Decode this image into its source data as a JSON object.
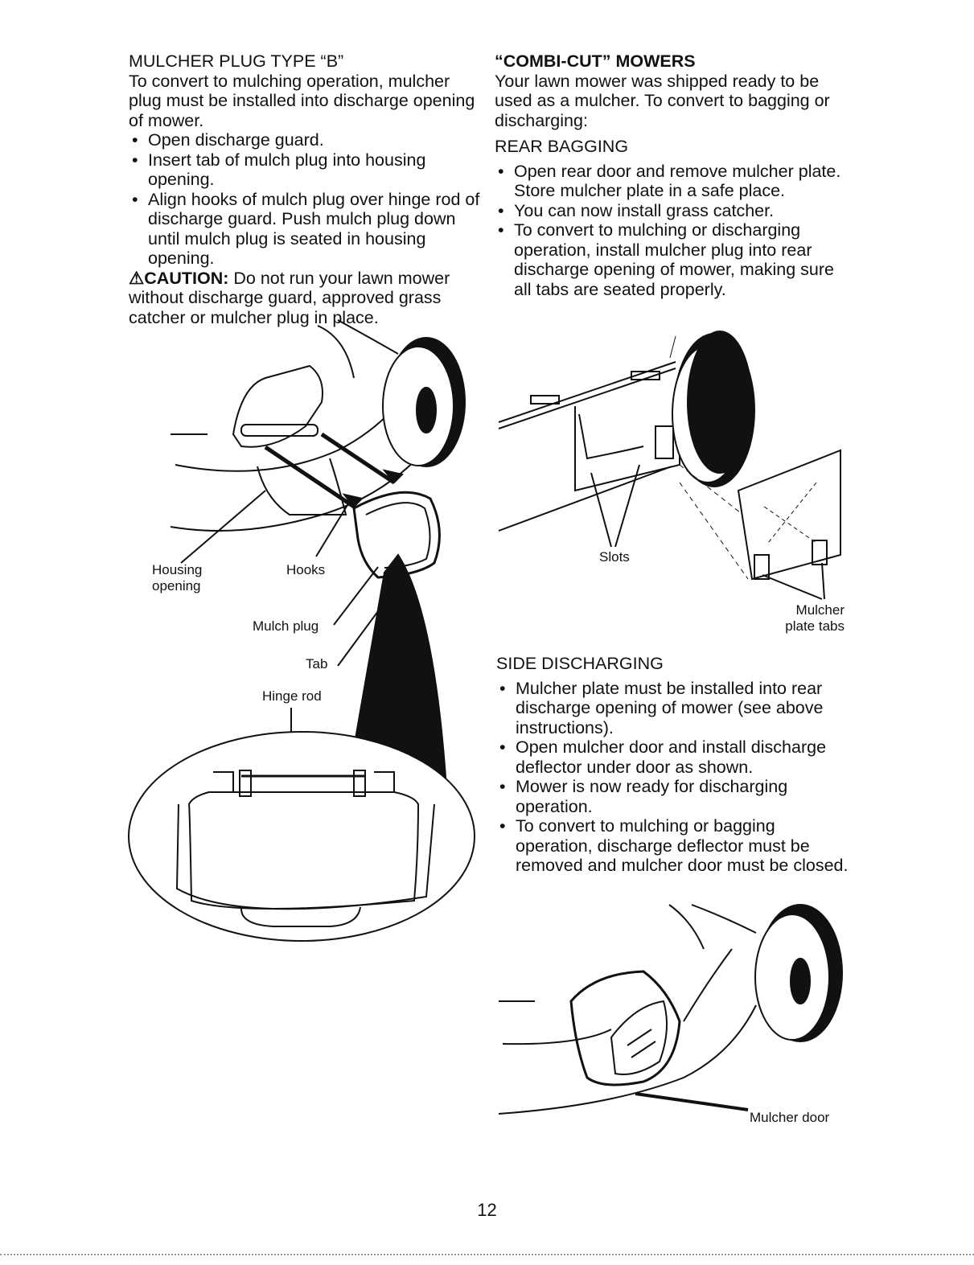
{
  "left": {
    "heading": "MULCHER PLUG TYPE “B”",
    "intro": "To convert to mulching operation, mulcher plug must be installed into discharge opening of mower.",
    "bullets": [
      "Open discharge guard.",
      "Insert tab of mulch plug into housing opening.",
      "Align hooks of mulch plug over hinge rod of discharge guard. Push mulch plug down until mulch plug is seated in housing opening."
    ],
    "caution_symbol": "⚠",
    "caution_label": "CAUTION:",
    "caution_text": " Do not run your lawn mower without discharge guard, approved grass catcher or mulcher plug in place."
  },
  "right": {
    "heading": "“COMBI-CUT” MOWERS",
    "intro": "Your lawn mower was shipped ready to be used as a mulcher. To convert to bagging or discharging:",
    "rear_heading": "REAR BAGGING",
    "rear_bullets": [
      "Open rear door and remove mulcher plate. Store mulcher plate in a safe place.",
      "You can now install grass catcher.",
      "To convert to mulching or discharging operation, install mulcher plug into rear discharge opening of mower, making sure all tabs are seated properly."
    ],
    "side_heading": "SIDE DISCHARGING",
    "side_bullets": [
      "Mulcher plate must be installed into rear discharge opening of mower (see above instructions).",
      "Open mulcher door and install discharge deflector under door as shown.",
      "Mower is now ready for discharging operation.",
      "To convert to mulching or bagging operation, discharge deflector must be removed and mulcher door must be closed."
    ]
  },
  "figure1_labels": {
    "housing_line1": "Housing",
    "housing_line2": "opening",
    "hooks": "Hooks",
    "mulch_plug": "Mulch plug",
    "tab": "Tab",
    "hinge_rod": "Hinge rod"
  },
  "figure2_labels": {
    "slots": "Slots",
    "mulcher_line1": "Mulcher",
    "mulcher_line2": "plate tabs"
  },
  "figure3_labels": {
    "mulcher_door": "Mulcher door"
  },
  "page_number": "12"
}
